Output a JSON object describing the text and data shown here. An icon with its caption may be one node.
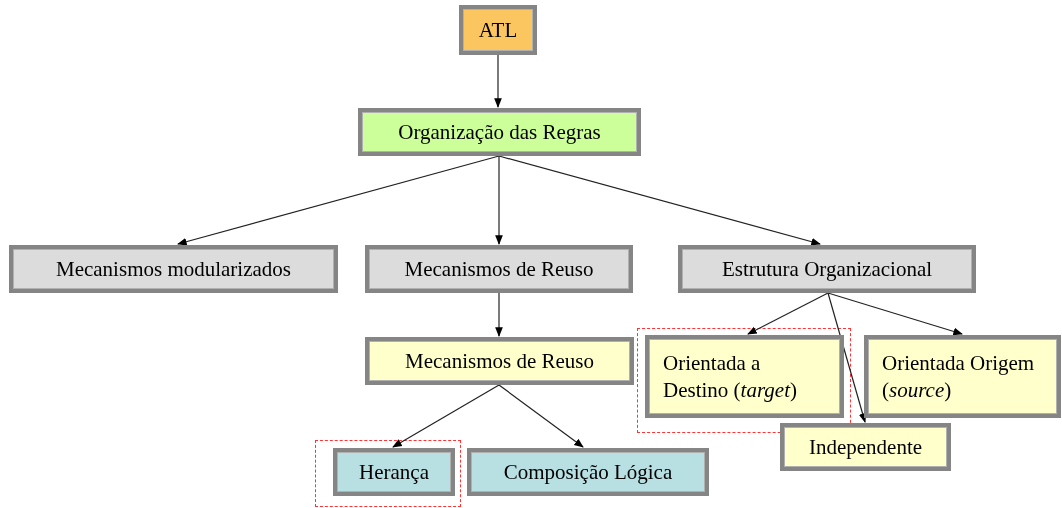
{
  "diagram": {
    "nodes": [
      {
        "text": [
          "ATL"
        ]
      },
      {
        "text": [
          "Organização das Regras"
        ]
      },
      {
        "text": [
          "Mecanismos modularizados"
        ]
      },
      {
        "text": [
          "Mecanismos de Reuso"
        ]
      },
      {
        "text": [
          "Estrutura Organizacional"
        ]
      },
      {
        "text": [
          "Mecanismos de Reuso"
        ]
      },
      {
        "text": [
          "Orientada a Destino (*target*)"
        ]
      },
      {
        "text": [
          "Orientada Origem (*source*)"
        ]
      },
      {
        "text": [
          "Independente"
        ]
      },
      {
        "text": [
          "Herança"
        ]
      },
      {
        "text": [
          "Composição Lógica"
        ]
      }
    ],
    "edges": [
      {
        "from": 0,
        "to": 1,
        "arrow": "to"
      },
      {
        "from": 1,
        "to": 2,
        "arrow": "to"
      },
      {
        "from": 1,
        "to": 3,
        "arrow": "to"
      },
      {
        "from": 1,
        "to": 4,
        "arrow": "to"
      },
      {
        "from": 3,
        "to": 5,
        "arrow": "to"
      },
      {
        "from": 5,
        "to": 9,
        "arrow": "to"
      },
      {
        "from": 5,
        "to": 10,
        "arrow": "to"
      },
      {
        "from": 4,
        "to": 6,
        "arrow": "to"
      },
      {
        "from": 4,
        "to": 7,
        "arrow": "to"
      },
      {
        "from": 4,
        "to": 8,
        "arrow": "to"
      }
    ]
  }
}
